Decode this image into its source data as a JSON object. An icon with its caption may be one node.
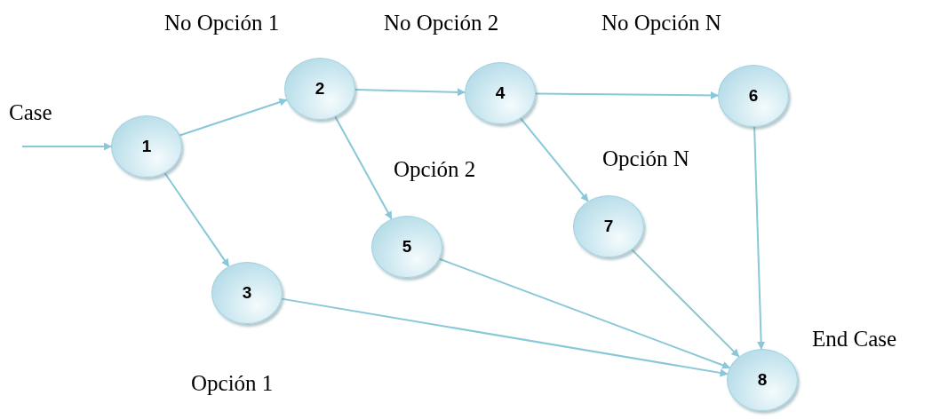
{
  "diagram": {
    "nodes": [
      {
        "text": [
          "1"
        ]
      },
      {
        "text": [
          "2"
        ]
      },
      {
        "text": [
          "3"
        ]
      },
      {
        "text": [
          "4"
        ]
      },
      {
        "text": [
          "5"
        ]
      },
      {
        "text": [
          "6"
        ]
      },
      {
        "text": [
          "7"
        ]
      },
      {
        "text": [
          "8"
        ],
        "beside": [
          "End Case"
        ]
      }
    ],
    "edges": [
      {
        "from": null,
        "to": 0,
        "arrow": "to"
      },
      {
        "from": 0,
        "to": 1,
        "arrow": "to"
      },
      {
        "from": 0,
        "to": 2,
        "arrow": "to"
      },
      {
        "from": 1,
        "to": 3,
        "arrow": "to"
      },
      {
        "from": 1,
        "to": 4,
        "arrow": "to"
      },
      {
        "from": 3,
        "to": 5,
        "arrow": "to"
      },
      {
        "from": 3,
        "to": 6,
        "arrow": "to"
      },
      {
        "from": 2,
        "to": 7,
        "arrow": "to"
      },
      {
        "from": 4,
        "to": 7,
        "arrow": "to"
      },
      {
        "from": 6,
        "to": 7,
        "arrow": "to"
      },
      {
        "from": 5,
        "to": 7,
        "arrow": "to"
      }
    ],
    "labels": [
      "No Opción 1",
      "No Opción 2",
      "No Opción N",
      "Case",
      "Opción 2",
      "Opción N",
      "Opción 1"
    ]
  }
}
